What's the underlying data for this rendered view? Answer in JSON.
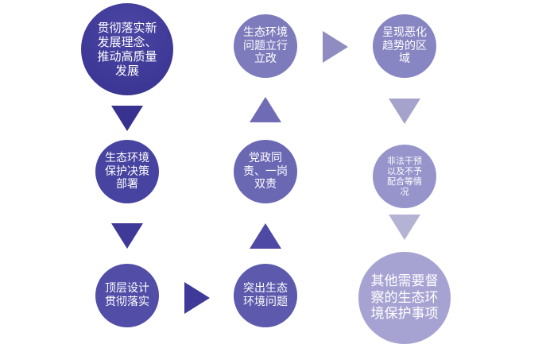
{
  "nodes": [
    {
      "id": "n1",
      "text": "贯彻落实新发展理念、推动高质量发展",
      "color": "#37318f"
    },
    {
      "id": "n2",
      "text": "生态环境问题立行立改",
      "color": "#7e7bbd"
    },
    {
      "id": "n3",
      "text": "呈现恶化趋势的区域",
      "color": "#8885c3"
    },
    {
      "id": "n4",
      "text": "生态环境保护决策部署",
      "color": "#4743a0"
    },
    {
      "id": "n5",
      "text": "党政同责、一岗双责",
      "color": "#6a67b3"
    },
    {
      "id": "n6",
      "text": "非法干预以及不予配合等情况",
      "color": "#9794cb"
    },
    {
      "id": "n7",
      "text": "顶层设计贯彻落实",
      "color": "#524ea7"
    },
    {
      "id": "n8",
      "text": "突出生态环境问题",
      "color": "#5d59ac"
    },
    {
      "id": "n9",
      "text": "其他需要督察的生态环境保护事项",
      "color": "#a6a3d3"
    }
  ]
}
